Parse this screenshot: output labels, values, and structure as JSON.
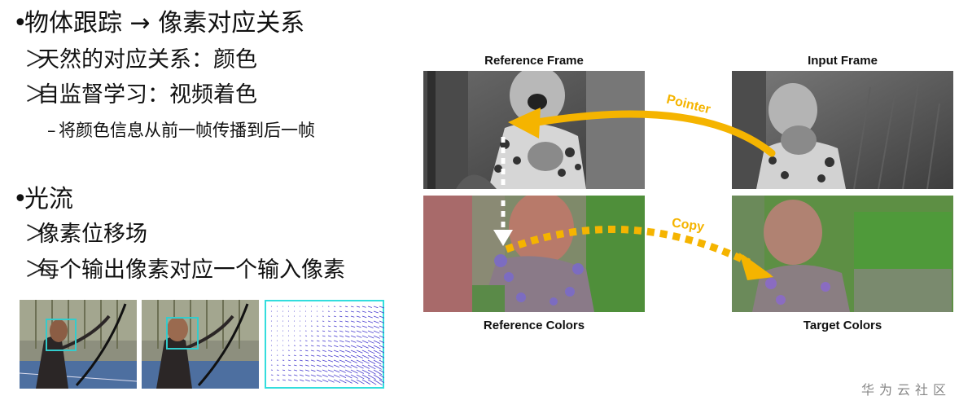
{
  "bullets": {
    "tracking": {
      "bullet": "•",
      "text": "物体跟踪 → 像素对应关系",
      "items": [
        {
          "marker": "＞",
          "text": "天然的对应关系：颜色"
        },
        {
          "marker": "＞",
          "text": "自监督学习：视频着色"
        }
      ],
      "sub_item": {
        "marker": "–",
        "text": "将颜色信息从前一帧传播到后一帧"
      }
    },
    "optical_flow": {
      "bullet": "•",
      "text": "光流",
      "items": [
        {
          "marker": "＞",
          "text": "像素位移场"
        },
        {
          "marker": "＞",
          "text": "每个输出像素对应一个输入像素"
        }
      ]
    }
  },
  "figure": {
    "reference_frame_label": "Reference Frame",
    "input_frame_label": "Input Frame",
    "reference_colors_label": "Reference Colors",
    "target_colors_label": "Target Colors",
    "pointer_label": "Pointer",
    "copy_label": "Copy",
    "arrow_color": "#f5b400"
  },
  "watermark": "华为云社区",
  "thumbnails": [
    {
      "name": "tracking-frame-1",
      "box_color": "#33cccc"
    },
    {
      "name": "tracking-frame-2",
      "box_color": "#33cccc"
    },
    {
      "name": "optical-flow-field",
      "border_color": "#33dddd"
    }
  ]
}
